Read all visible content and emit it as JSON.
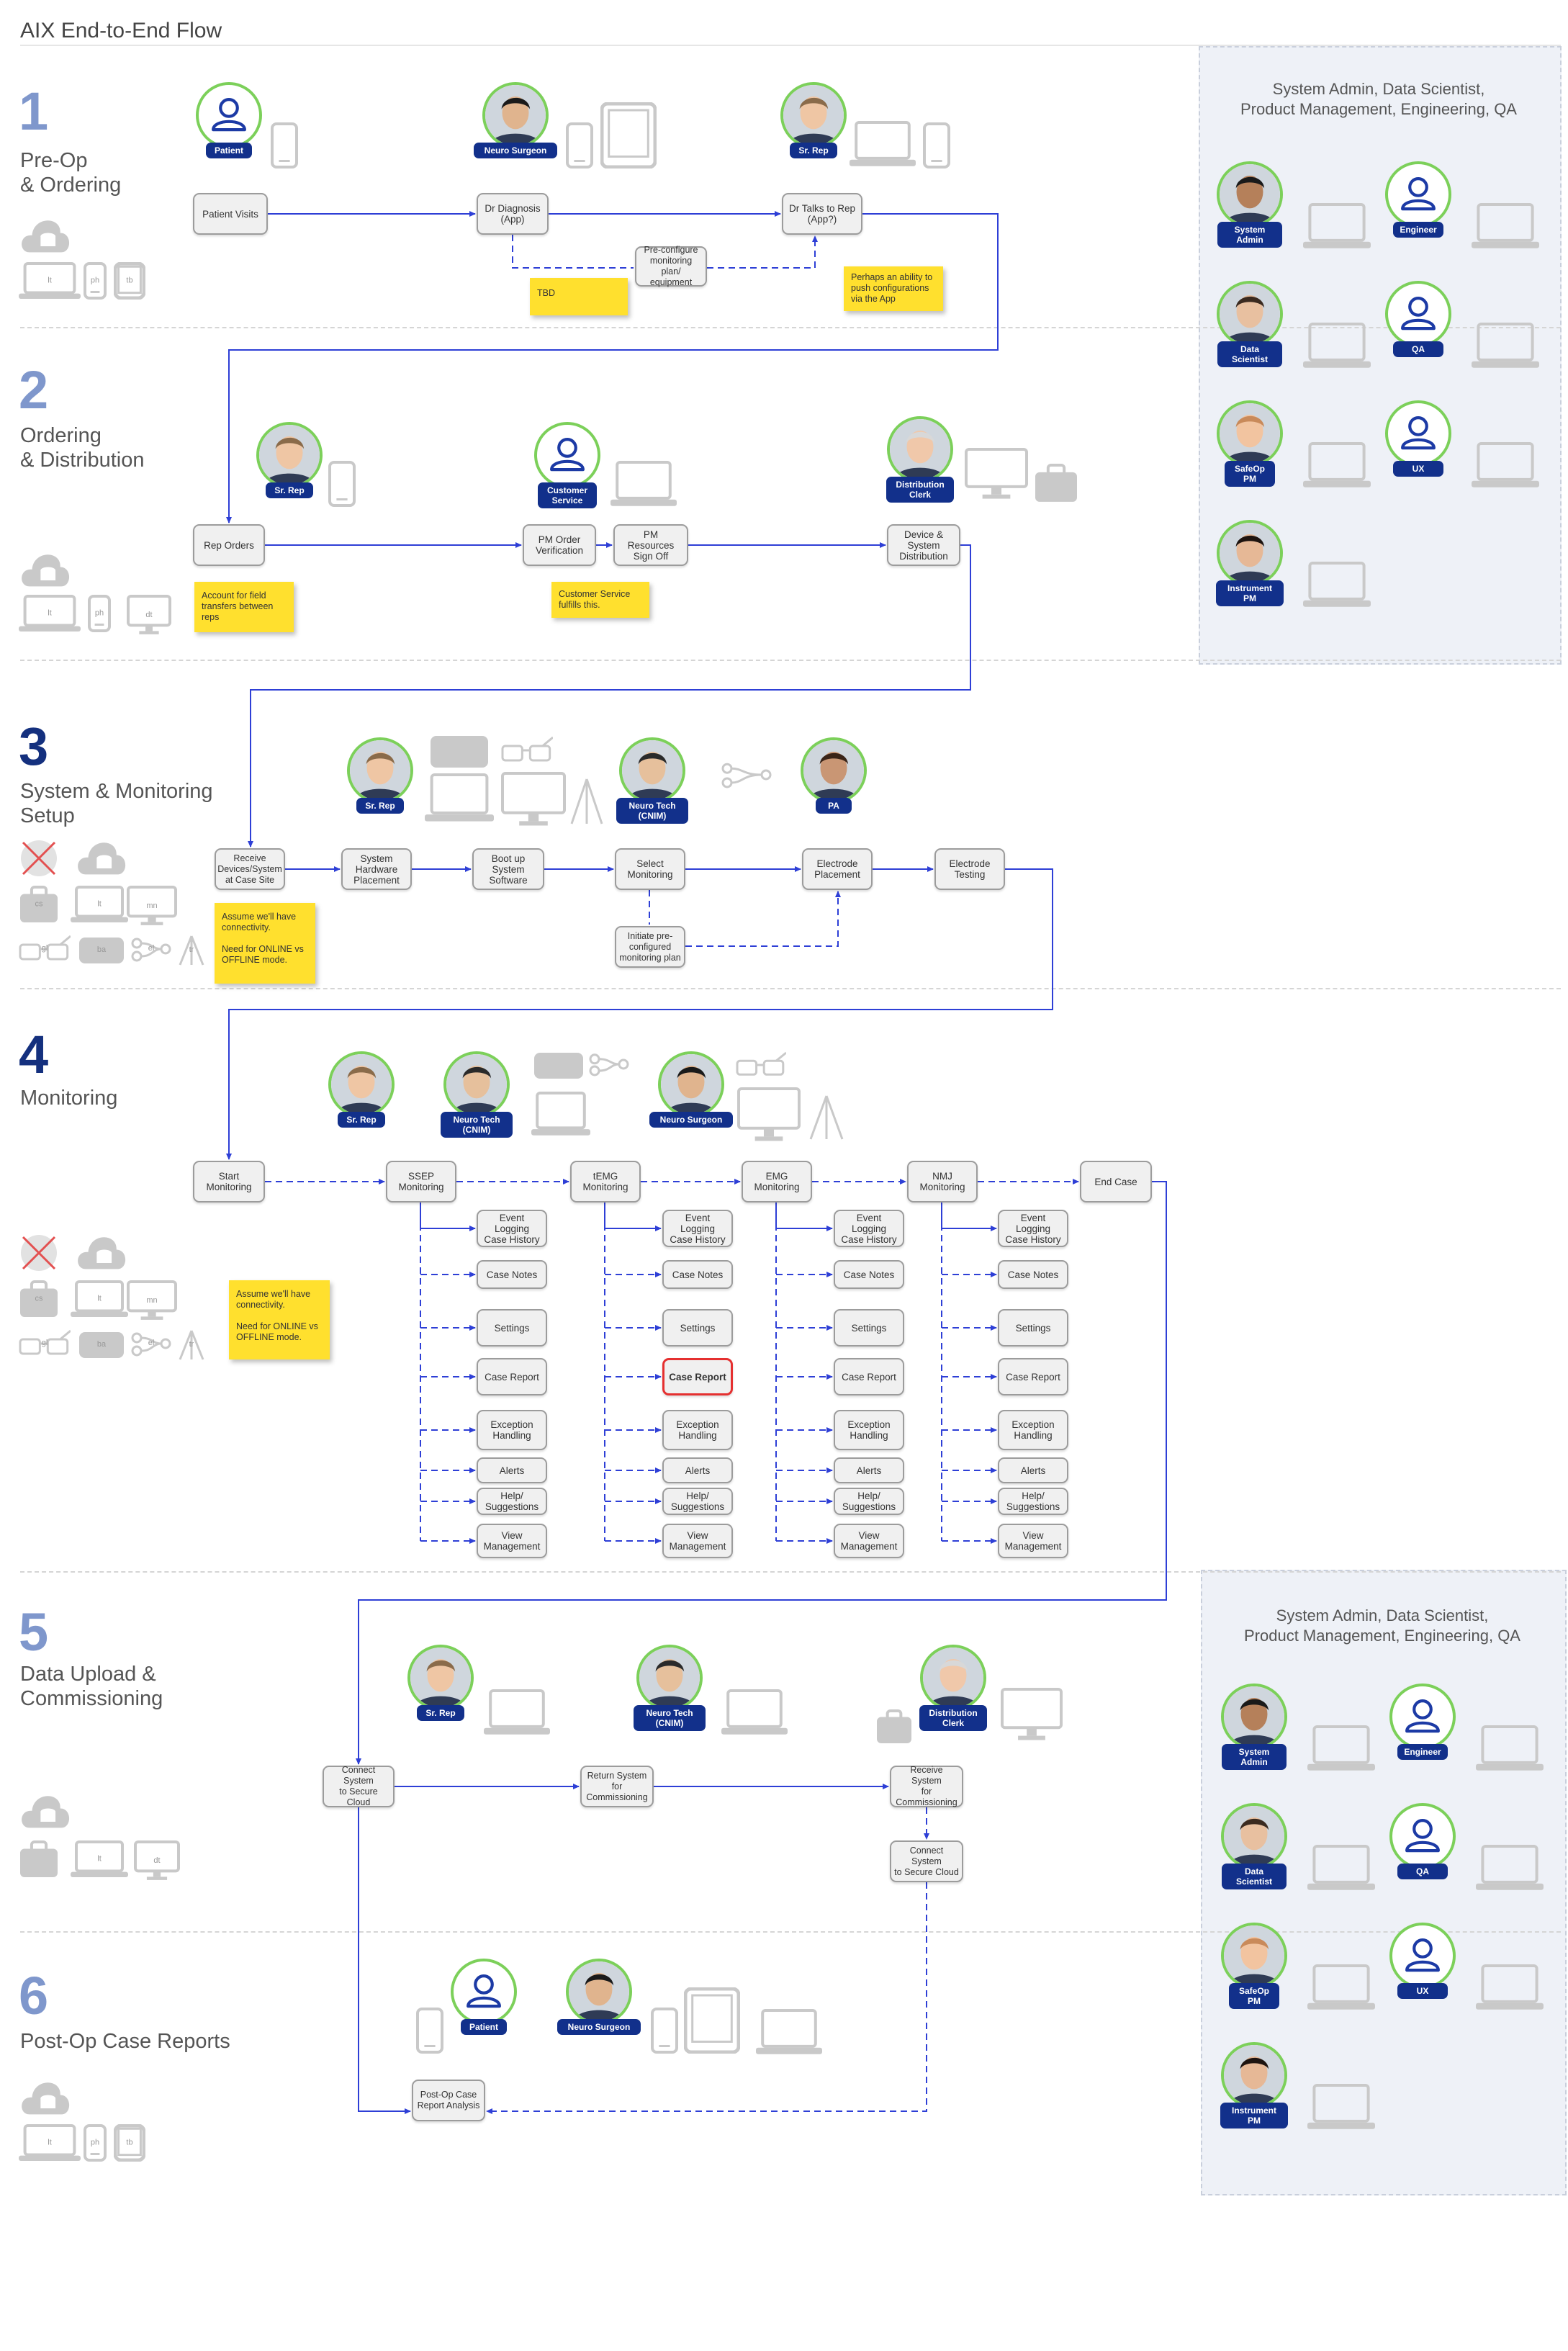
{
  "title": "AIX End-to-End Flow",
  "sections": [
    {
      "num": "1",
      "label": "Pre-Op\n& Ordering"
    },
    {
      "num": "2",
      "label": "Ordering\n& Distribution"
    },
    {
      "num": "3",
      "label": "System & Monitoring\nSetup"
    },
    {
      "num": "4",
      "label": "Monitoring"
    },
    {
      "num": "5",
      "label": "Data Upload &\nCommissioning"
    },
    {
      "num": "6",
      "label": "Post-Op Case Reports"
    }
  ],
  "panel": {
    "title": "System Admin, Data Scientist,\nProduct Management, Engineering, QA",
    "roles": [
      "System Admin",
      "Engineer",
      "Data Scientist",
      "QA",
      "SafeOp PM",
      "UX",
      "Instrument PM"
    ]
  },
  "personas": {
    "patient": "Patient",
    "neuro_surgeon": "Neuro Surgeon",
    "sr_rep": "Sr. Rep",
    "customer_service": "Customer\nService",
    "distribution_clerk": "Distribution\nClerk",
    "neuro_tech": "Neuro Tech\n(CNIM)",
    "pa": "PA"
  },
  "device_labels": {
    "lt": "lt",
    "ph": "ph",
    "tb": "tb",
    "dt": "dt",
    "mn": "mn",
    "ba": "ba",
    "el": "el",
    "gl": "gl",
    "tr": "tr",
    "cs": "cs"
  },
  "flow": {
    "s1": {
      "patient_visits": "Patient Visits",
      "dr_diagnosis": "Dr Diagnosis\n(App)",
      "dr_talks": "Dr Talks to Rep\n(App?)",
      "preconfigure": "Pre-configure\nmonitoring plan/\nequipment",
      "note_tbd": "TBD",
      "note_ability": "Perhaps an ability to push configurations via the App"
    },
    "s2": {
      "rep_orders": "Rep Orders",
      "pm_order": "PM Order\nVerification",
      "pm_resources": "PM\nResources\nSign Off",
      "device_dist": "Device &\nSystem\nDistribution",
      "note_account": "Account for field transfers between reps",
      "note_cs": "Customer Service fulfills this."
    },
    "s3": {
      "receive": "Receive\nDevices/System\nat Case Site",
      "hardware": "System\nHardware\nPlacement",
      "boot": "Boot up System\nSoftware",
      "select": "Select\nMonitoring",
      "electrode_placement": "Electrode\nPlacement",
      "electrode_testing": "Electrode\nTesting",
      "initiate": "Initiate pre-\nconfigured\nmonitoring plan",
      "note": "Assume we'll have connectivity.\n\nNeed for ONLINE vs OFFLINE mode."
    },
    "s4": {
      "start": "Start\nMonitoring",
      "columns": [
        "SSEP\nMonitoring",
        "tEMG\nMonitoring",
        "EMG\nMonitoring",
        "NMJ\nMonitoring"
      ],
      "end_case": "End Case",
      "subitems": [
        "Event Logging\nCase History",
        "Case Notes",
        "Settings",
        "Case Report",
        "Exception\nHandling",
        "Alerts",
        "Help/\nSuggestions",
        "View\nManagement"
      ],
      "note": "Assume we'll have connectivity.\n\nNeed for ONLINE vs OFFLINE mode."
    },
    "s5": {
      "connect": "Connect System\nto Secure Cloud",
      "return": "Return System\nfor\nCommissioning",
      "receive": "Receive System\nfor\nCommissioning",
      "connect2": "Connect System\nto Secure Cloud"
    },
    "s6": {
      "postop": "Post-Op Case\nReport Analysis"
    }
  }
}
